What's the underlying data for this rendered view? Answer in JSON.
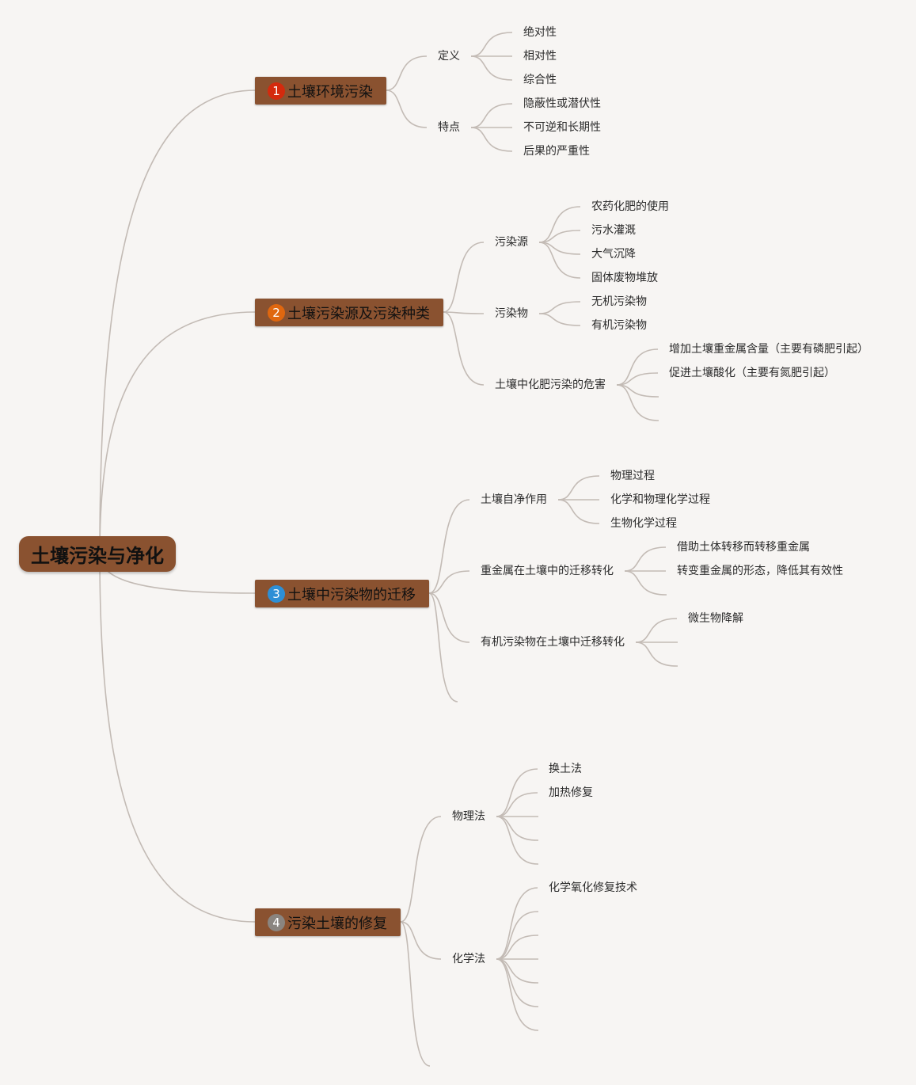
{
  "root": {
    "label": "土壤污染与净化"
  },
  "colors": {
    "node_fill": "#8a5230",
    "link": "#c3bbb5",
    "background": "#f7f5f3",
    "badge_1": "#d42a0d",
    "badge_2": "#e0670f",
    "badge_3": "#2d8fd6",
    "badge_4": "#8a8580"
  },
  "branches": [
    {
      "number": "1",
      "label": "土壤环境污染",
      "children": [
        {
          "label": "定义",
          "children": [
            "绝对性",
            "相对性",
            "综合性"
          ]
        },
        {
          "label": "特点",
          "children": [
            "隐蔽性或潜伏性",
            "不可逆和长期性",
            "后果的严重性"
          ]
        }
      ]
    },
    {
      "number": "2",
      "label": "土壤污染源及污染种类",
      "children": [
        {
          "label": "污染源",
          "children": [
            "农药化肥的使用",
            "污水灌溉",
            "大气沉降",
            "固体废物堆放"
          ]
        },
        {
          "label": "污染物",
          "children": [
            "无机污染物",
            "有机污染物"
          ]
        },
        {
          "label": "土壤中化肥污染的危害",
          "children": [
            "增加土壤重金属含量（主要有磷肥引起）",
            "促进土壤酸化（主要有氮肥引起）",
            "",
            ""
          ]
        }
      ]
    },
    {
      "number": "3",
      "label": "土壤中污染物的迁移",
      "children": [
        {
          "label": "土壤自净作用",
          "children": [
            "物理过程",
            "化学和物理化学过程",
            "生物化学过程"
          ]
        },
        {
          "label": "重金属在土壤中的迁移转化",
          "children": [
            "借助土体转移而转移重金属",
            "转变重金属的形态，降低其有效性",
            ""
          ]
        },
        {
          "label": "有机污染物在土壤中迁移转化",
          "children": [
            "微生物降解",
            "",
            ""
          ]
        },
        {
          "label": "",
          "children": []
        }
      ]
    },
    {
      "number": "4",
      "label": "污染土壤的修复",
      "children": [
        {
          "label": "物理法",
          "children": [
            "换土法",
            "加热修复",
            "",
            "",
            ""
          ]
        },
        {
          "label": "化学法",
          "children": [
            "化学氧化修复技术",
            "",
            "",
            "",
            "",
            "",
            ""
          ]
        },
        {
          "label": "",
          "children": []
        }
      ]
    }
  ]
}
